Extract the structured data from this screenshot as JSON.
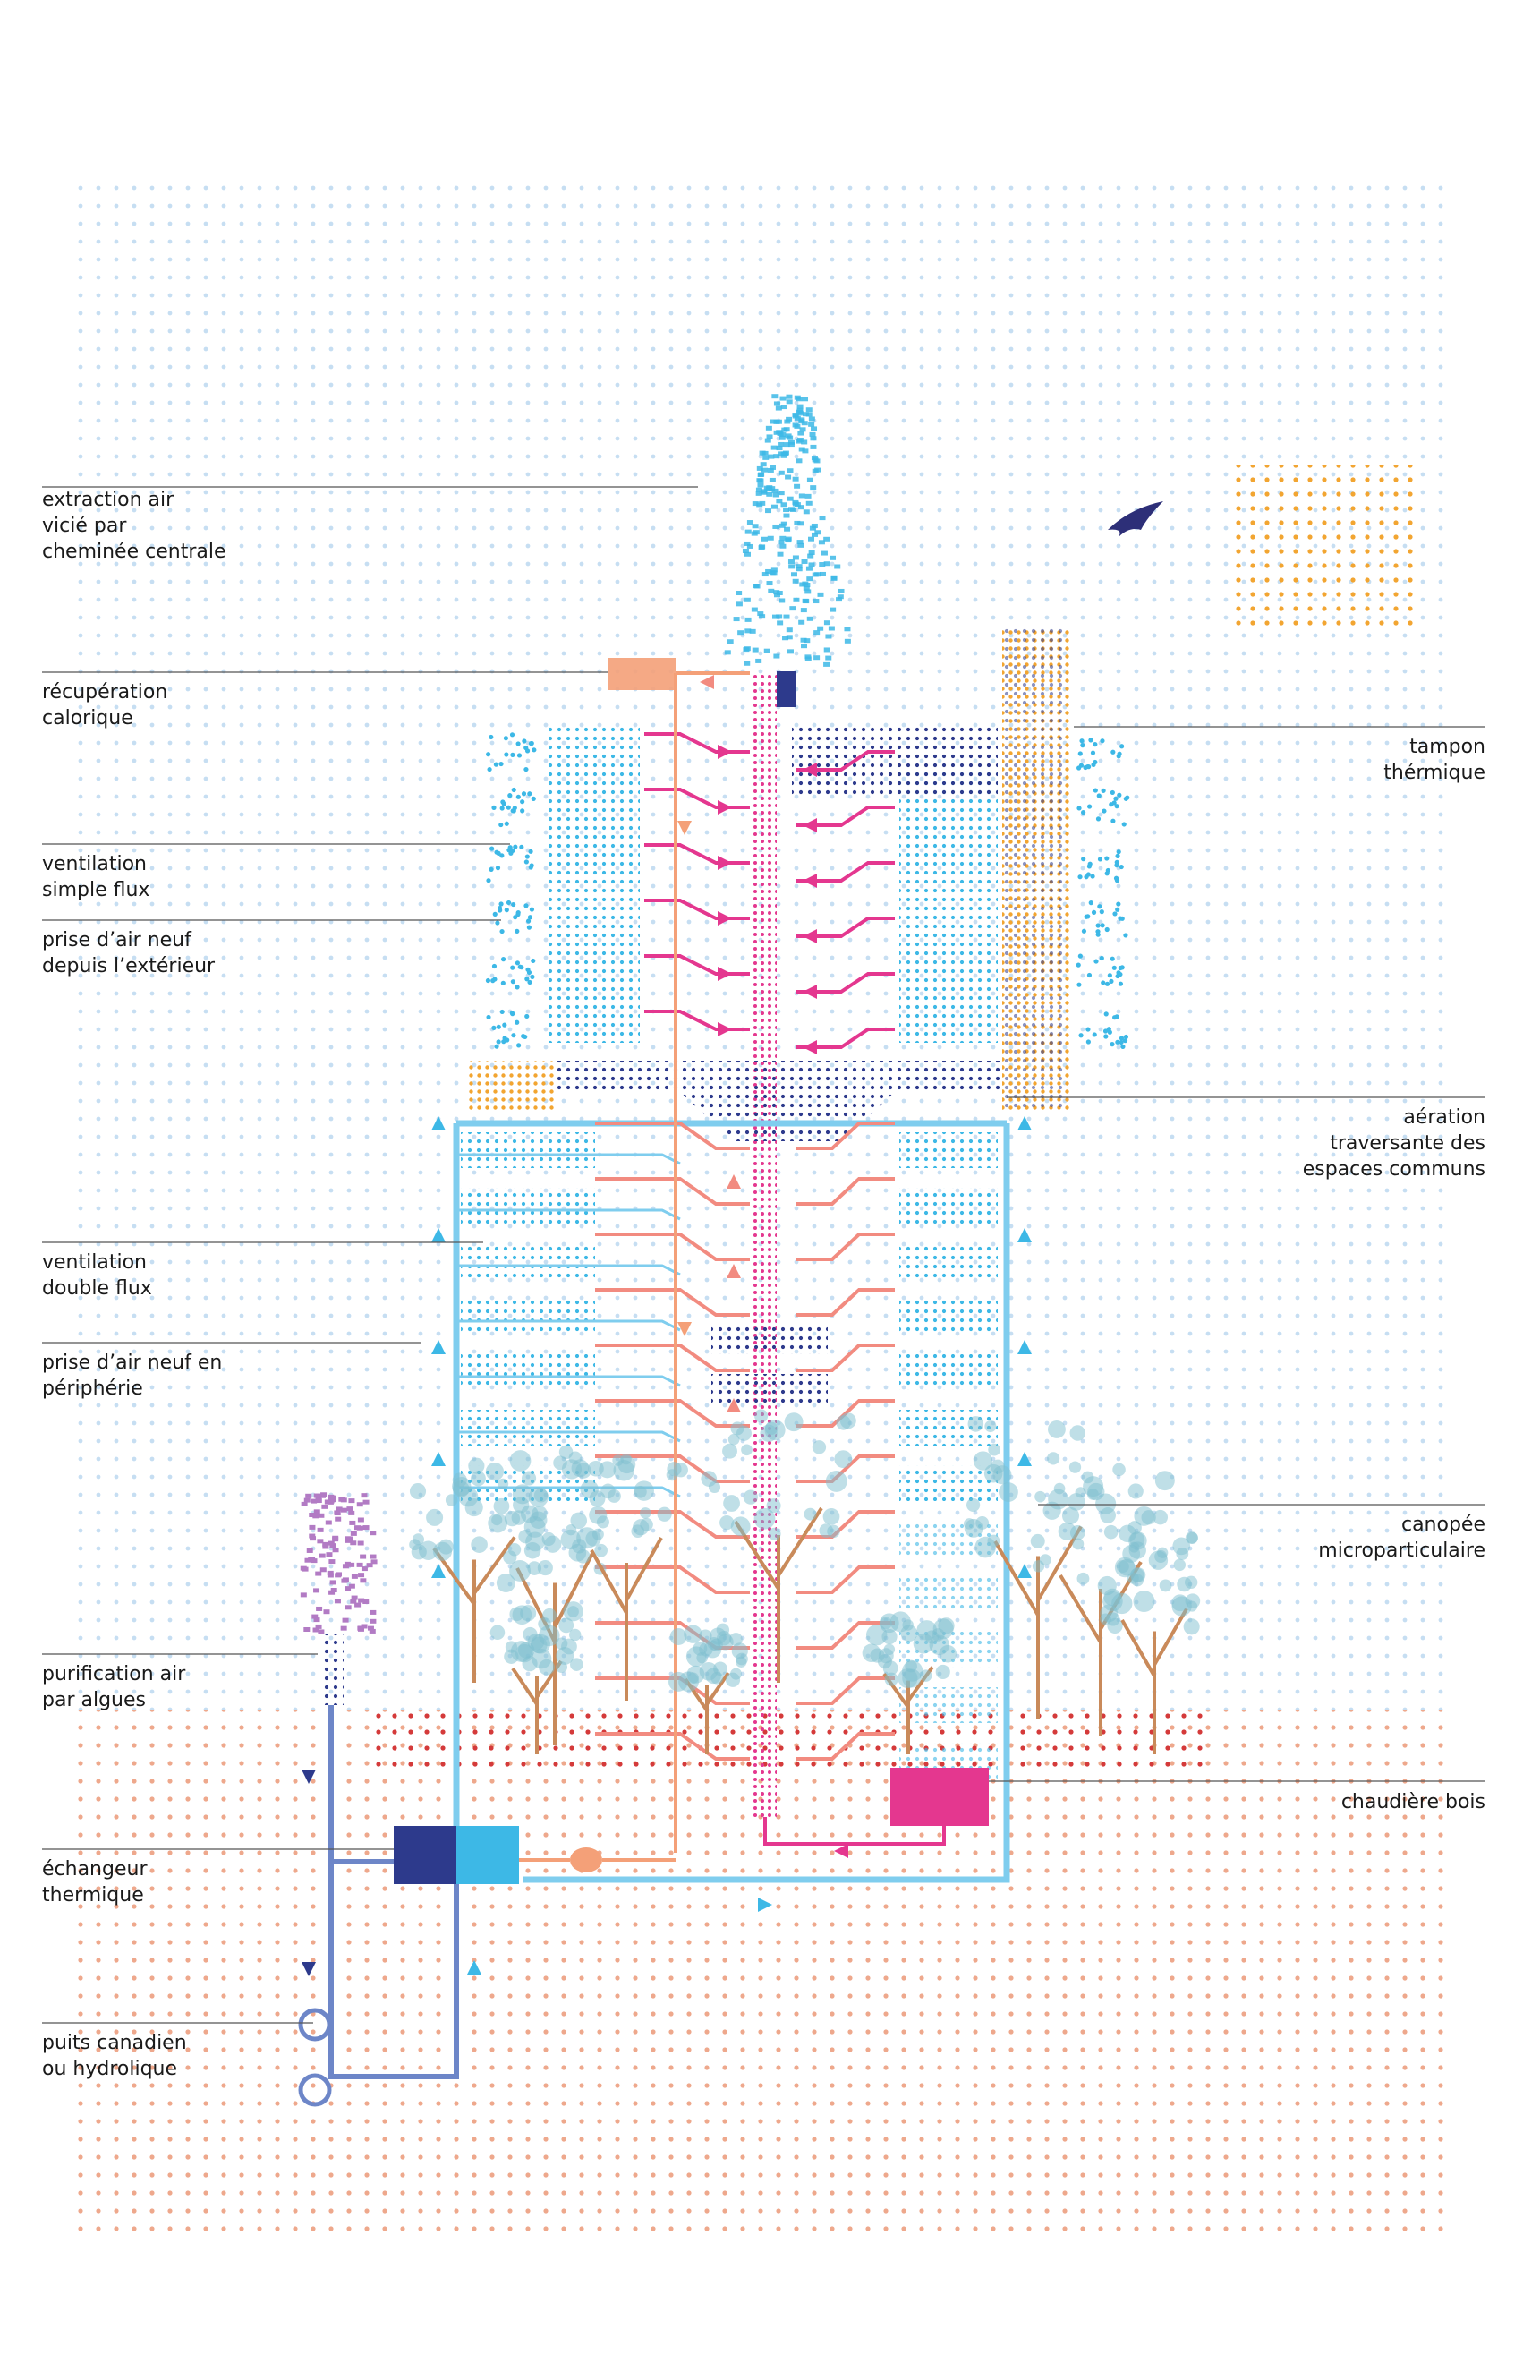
{
  "colors": {
    "sky_dots": "#c6def2",
    "ground_dots": "#eea88c",
    "cyan": "#3db8e6",
    "light_blue": "#7fcdee",
    "navy": "#2d3a8c",
    "pink": "#e4378f",
    "salmon": "#f28b80",
    "orange_pipe": "#f4a078",
    "orange_sun": "#f2a531",
    "violet": "#b27bc4",
    "red_dots": "#d43a3a",
    "tree_leaf": "#7fbfcf",
    "tree_trunk": "#c98a5a",
    "bird": "#2d2f78"
  },
  "icons": [
    "bird-icon",
    "tree-icon",
    "arrow-icon"
  ],
  "labels": {
    "extraction": "extraction air\nvicié par\ncheminée centrale",
    "recuperation": "récupération\ncalorique",
    "ventilation_simple": "ventilation\nsimple flux",
    "prise_exterieur": "prise d’air neuf\ndepuis l’extérieur",
    "ventilation_double": "ventilation\ndouble flux",
    "prise_peripherie": "prise d’air neuf en\npériphérie",
    "purification": "purification air\npar algues",
    "echangeur": "échangeur\nthermique",
    "puits": "puits canadien\nou hydrolique",
    "tampon": "tampon\nthérmique",
    "aeration": "aération\ntraversante des\nespaces communs",
    "canopee": "canopée\nmicroparticulaire",
    "chaudiere": "chaudière bois"
  }
}
